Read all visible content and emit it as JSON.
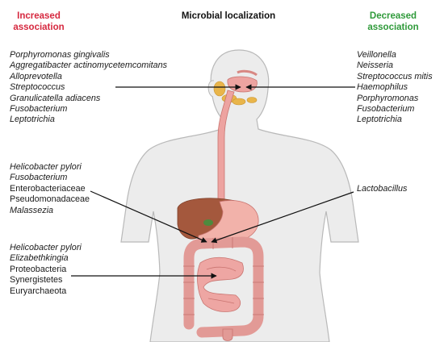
{
  "headers": {
    "increased": "Increased association",
    "center": "Microbial localization",
    "decreased": "Decreased association"
  },
  "oral": {
    "increased": [
      {
        "name": "Porphyromonas gingivalis",
        "italic": true
      },
      {
        "name": "Aggregatibacter actinomycetemcomitans",
        "italic": true
      },
      {
        "name": "Alloprevotella",
        "italic": true
      },
      {
        "name": "Streptococcus",
        "italic": true
      },
      {
        "name": "Granulicatella adiacens",
        "italic": true
      },
      {
        "name": "Fusobacterium",
        "italic": true
      },
      {
        "name": "Leptotrichia",
        "italic": true
      }
    ],
    "decreased": [
      {
        "name": "Veillonella",
        "italic": true
      },
      {
        "name": "Neisseria",
        "italic": true
      },
      {
        "name": "Streptococcus mitis",
        "italic": true
      },
      {
        "name": "Haemophilus",
        "italic": true
      },
      {
        "name": "Porphyromonas",
        "italic": true
      },
      {
        "name": "Fusobacterium",
        "italic": true
      },
      {
        "name": "Leptotrichia",
        "italic": true
      }
    ]
  },
  "gastric": {
    "increased": [
      {
        "name": "Helicobacter pylori",
        "italic": true
      },
      {
        "name": "Fusobacterium",
        "italic": true
      },
      {
        "name": "Enterobacteriaceae",
        "italic": false
      },
      {
        "name": "Pseudomonadaceae",
        "italic": false
      },
      {
        "name": "Malassezia",
        "italic": true
      }
    ],
    "decreased": [
      {
        "name": "Lactobacillus",
        "italic": true
      }
    ]
  },
  "colon": {
    "increased": [
      {
        "name": "Helicobacter pylori",
        "italic": true
      },
      {
        "name": "Elizabethkingia",
        "italic": true
      },
      {
        "name": "Proteobacteria",
        "italic": false
      },
      {
        "name": "Synergistetes",
        "italic": false
      },
      {
        "name": "Euryarchaeota",
        "italic": false
      }
    ]
  },
  "colors": {
    "increased": "#d6283f",
    "decreased": "#2f9a3a",
    "body_fill": "#ececec",
    "body_stroke": "#b9b9b9",
    "tract": "#eda3a0",
    "tract_stroke": "#c97470",
    "liver": "#a4583d",
    "glands": "#e9b54a",
    "arrow": "#111111"
  }
}
